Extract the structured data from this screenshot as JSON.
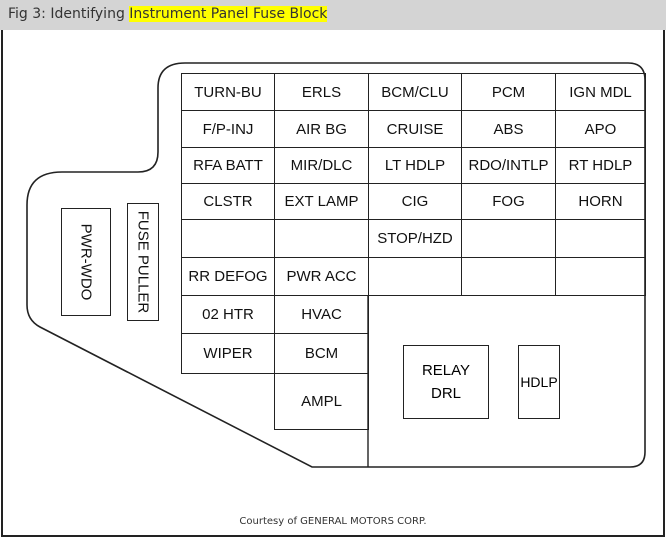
{
  "header": {
    "prefix": "Fig 3: Identifying ",
    "highlight": "Instrument Panel Fuse Block",
    "highlight_color": "#ffff00"
  },
  "fuse_grid": {
    "rows": [
      [
        "TURN-BU",
        "ERLS",
        "BCM/CLU",
        "PCM",
        "IGN MDL"
      ],
      [
        "F/P-INJ",
        "AIR BG",
        "CRUISE",
        "ABS",
        "APO"
      ],
      [
        "RFA BATT",
        "MIR/DLC",
        "LT HDLP",
        "RDO/INTLP",
        "RT HDLP"
      ],
      [
        "CLSTR",
        "EXT LAMP",
        "CIG",
        "FOG",
        "HORN"
      ],
      [
        "",
        "",
        "STOP/HZD",
        "",
        ""
      ],
      [
        "RR DEFOG",
        "PWR ACC",
        "",
        "",
        ""
      ],
      [
        "02 HTR",
        "HVAC"
      ],
      [
        "WIPER",
        "BCM"
      ],
      [
        null,
        "AMPL"
      ]
    ]
  },
  "side": {
    "pwr_wdo": "PWR-WDO",
    "fuse_puller": "FUSE PULLER"
  },
  "relays": {
    "relay_line1": "RELAY",
    "relay_line2": "DRL",
    "hdlp": "HDLP"
  },
  "footer": {
    "courtesy": "Courtesy of GENERAL MOTORS CORP."
  }
}
